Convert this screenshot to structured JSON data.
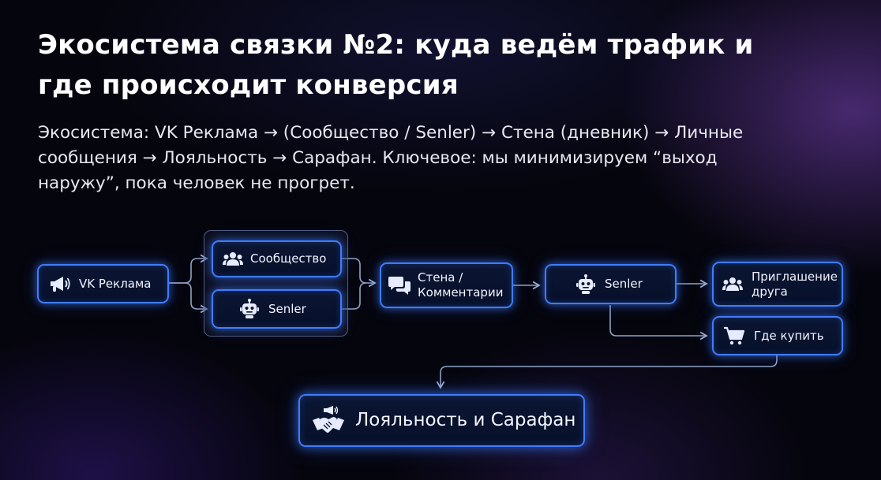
{
  "slide": {
    "title_line1": "Экосистема связки №2: куда ведём трафик и",
    "title_line2": "где происходит конверсия",
    "subtitle_line1": "Экосистема: VK Реклама → (Сообщество / Senler) → Стена (дневник) → Личные",
    "subtitle_line2": "сообщения → Лояльность → Сарафан. Ключевое: мы минимизируем “выход",
    "subtitle_line3": "наружу”, пока человек не прогрет."
  },
  "diagram": {
    "nodes": {
      "vk_ads": {
        "label": "VK Реклама",
        "icon": "megaphone-icon"
      },
      "community": {
        "label": "Сообщество",
        "icon": "users-icon"
      },
      "senler_left": {
        "label": "Senler",
        "icon": "robot-icon"
      },
      "wall": {
        "label_line1": "Стена /",
        "label_line2": "Комментарии",
        "icon": "chat-bubbles-icon"
      },
      "senler_right": {
        "label": "Senler",
        "icon": "robot-icon"
      },
      "invite": {
        "label_line1": "Приглашение",
        "label_line2": "друга",
        "icon": "users-icon"
      },
      "buy": {
        "label": "Где купить",
        "icon": "cart-icon"
      },
      "loyalty": {
        "label": "Лояльность и Сарафан",
        "icon": "handshake-megaphone-icon"
      }
    },
    "colors": {
      "accent": "#3f7dff",
      "connector": "#8fa3c8",
      "background": "#05050d"
    }
  }
}
